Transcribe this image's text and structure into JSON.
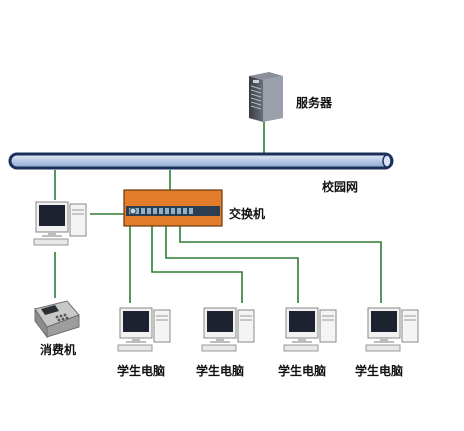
{
  "server": {
    "label": "服务器"
  },
  "backbone": {
    "label": "校园网"
  },
  "switch": {
    "label": "交换机"
  },
  "consumer_machine": {
    "label": "消费机"
  },
  "student_pcs": [
    {
      "label": "学生电脑"
    },
    {
      "label": "学生电脑"
    },
    {
      "label": "学生电脑"
    },
    {
      "label": "学生电脑"
    }
  ],
  "colors": {
    "link": "#2e7d32",
    "backbone_fill": "#c9d7ee",
    "backbone_stroke": "#1b2f5a",
    "switch_fill": "#e37d2a",
    "switch_panel": "#2d3e52"
  }
}
